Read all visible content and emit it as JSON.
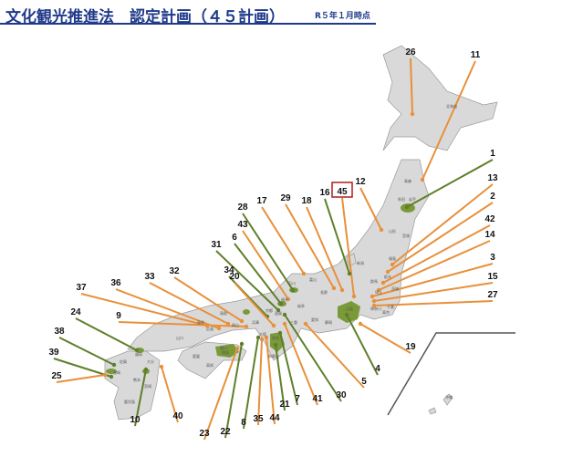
{
  "title": "文化観光推進法　認定計画（４５計画）",
  "as_of": "R５年１月時点",
  "colors": {
    "title": "#1f3a8a",
    "orange": "#e8903a",
    "green": "#5f7f2a",
    "land": "#d9d9d9",
    "highlight": "#7a9a3a",
    "box": "#b01c1c"
  },
  "highlighted_number": "45",
  "prefectures": [
    "北海道",
    "青森",
    "岩手",
    "秋田",
    "山形",
    "宮城",
    "福島",
    "新潟",
    "栃木",
    "群馬",
    "茨城",
    "埼玉",
    "東京",
    "千葉",
    "神奈川",
    "山梨",
    "長野",
    "富山",
    "石川",
    "福井",
    "岐阜",
    "静岡",
    "愛知",
    "三重",
    "滋賀",
    "京都",
    "大阪",
    "兵庫",
    "奈良",
    "和歌山",
    "鳥取",
    "島根",
    "岡山",
    "広島",
    "山口",
    "香川",
    "徳島",
    "愛媛",
    "高知",
    "福岡",
    "佐賀",
    "長崎",
    "熊本",
    "大分",
    "宮崎",
    "鹿児島",
    "沖縄"
  ],
  "callouts": [
    {
      "number": "26",
      "type": "orange"
    },
    {
      "number": "11",
      "type": "orange"
    },
    {
      "number": "1",
      "type": "green"
    },
    {
      "number": "13",
      "type": "orange"
    },
    {
      "number": "2",
      "type": "orange"
    },
    {
      "number": "42",
      "type": "orange"
    },
    {
      "number": "14",
      "type": "orange"
    },
    {
      "number": "3",
      "type": "orange"
    },
    {
      "number": "15",
      "type": "orange"
    },
    {
      "number": "27",
      "type": "orange"
    },
    {
      "number": "19",
      "type": "orange"
    },
    {
      "number": "12",
      "type": "orange"
    },
    {
      "number": "45",
      "type": "orange"
    },
    {
      "number": "16",
      "type": "green"
    },
    {
      "number": "18",
      "type": "orange"
    },
    {
      "number": "29",
      "type": "orange"
    },
    {
      "number": "17",
      "type": "orange"
    },
    {
      "number": "28",
      "type": "green"
    },
    {
      "number": "43",
      "type": "orange"
    },
    {
      "number": "6",
      "type": "green"
    },
    {
      "number": "31",
      "type": "green"
    },
    {
      "number": "34",
      "type": "green"
    },
    {
      "number": "20",
      "type": "orange"
    },
    {
      "number": "32",
      "type": "orange"
    },
    {
      "number": "33",
      "type": "orange"
    },
    {
      "number": "36",
      "type": "orange"
    },
    {
      "number": "37",
      "type": "orange"
    },
    {
      "number": "24",
      "type": "green"
    },
    {
      "number": "9",
      "type": "orange"
    },
    {
      "number": "38",
      "type": "green"
    },
    {
      "number": "39",
      "type": "green"
    },
    {
      "number": "25",
      "type": "orange"
    },
    {
      "number": "10",
      "type": "green"
    },
    {
      "number": "40",
      "type": "orange"
    },
    {
      "number": "23",
      "type": "orange"
    },
    {
      "number": "22",
      "type": "green"
    },
    {
      "number": "8",
      "type": "green"
    },
    {
      "number": "35",
      "type": "orange"
    },
    {
      "number": "44",
      "type": "orange"
    },
    {
      "number": "21",
      "type": "green"
    },
    {
      "number": "7",
      "type": "green"
    },
    {
      "number": "41",
      "type": "orange"
    },
    {
      "number": "30",
      "type": "green"
    },
    {
      "number": "5",
      "type": "orange"
    },
    {
      "number": "4",
      "type": "green"
    }
  ]
}
